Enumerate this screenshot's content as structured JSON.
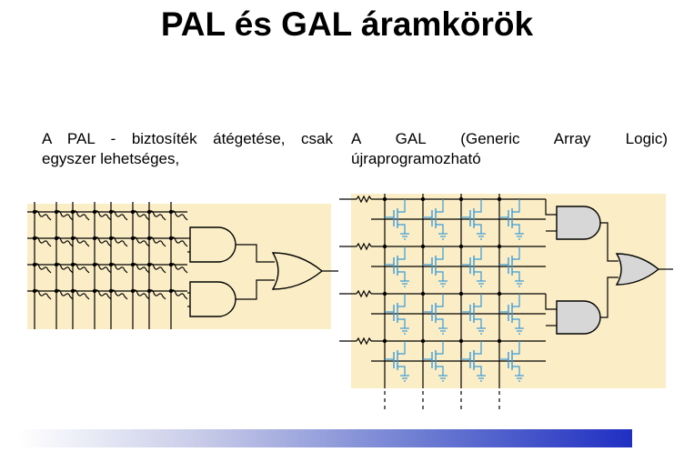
{
  "header": {
    "title": "PAL és GAL áramkörök"
  },
  "left_panel": {
    "caption": "A PAL - biztosíték átégetése, csak egyszer lehetséges,"
  },
  "right_panel": {
    "caption": "A GAL (Generic Array Logic) újraprogramozható"
  },
  "colors": {
    "panel_fill": "#fbeec6",
    "wire": "#000000",
    "transistor": "#3a9ad9",
    "footer_gradient_end": "#1f2fc2"
  },
  "icons": {
    "fuse": "fuse-icon",
    "resistor": "resistor-icon",
    "transistor": "transistor-icon",
    "and_gate": "and-gate-icon",
    "or_gate": "or-gate-icon"
  }
}
